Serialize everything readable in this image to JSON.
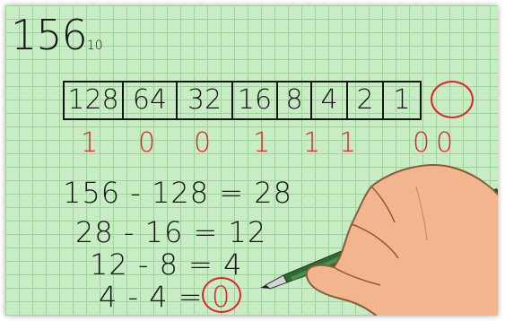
{
  "title": {
    "number": "156",
    "base": "10"
  },
  "place_values": [
    "128",
    "64",
    "32",
    "16",
    "8",
    "4",
    "2",
    "1"
  ],
  "bits": [
    "1",
    "0",
    "0",
    "1",
    "1",
    "1",
    "0",
    "0"
  ],
  "equations": [
    "156 - 128 = 28",
    "28 - 16 = 12",
    "12 - 8 = 4",
    "4 - 4 ="
  ],
  "final_result": "0",
  "colors": {
    "paper": "#c8edc4",
    "grid": "#9fd39b",
    "ink": "#151515",
    "accent_red": "#e0242a",
    "pen_green": "#2f6b32"
  },
  "icons": [
    "hand-with-pen"
  ]
}
